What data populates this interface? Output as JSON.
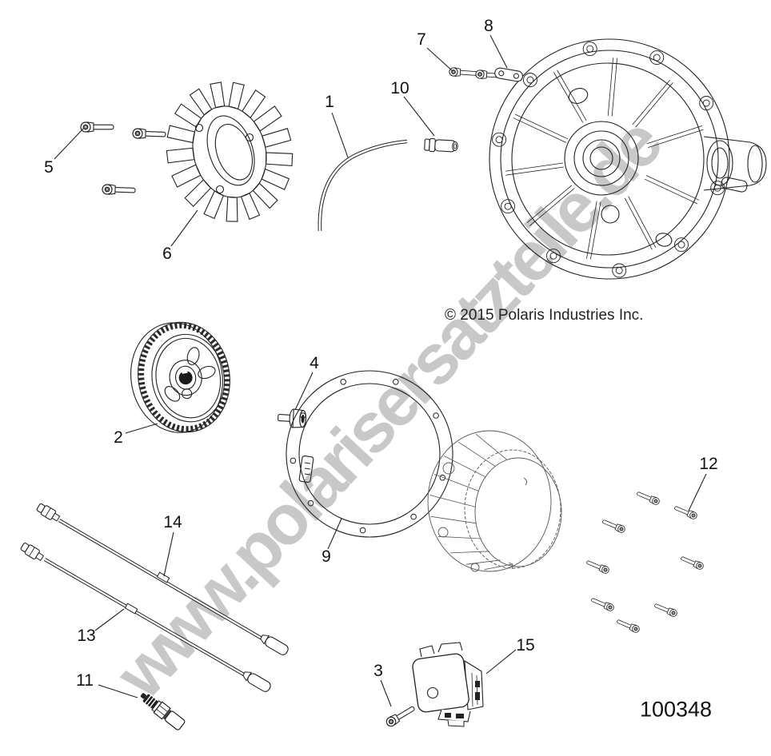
{
  "watermark": {
    "text": "www.polarisersatzteile.de",
    "color": "#c8c8c8"
  },
  "copyright": "© 2015 Polaris Industries Inc.",
  "part_number": "100348",
  "colors": {
    "line": "#222222",
    "sketch_line": "#555555",
    "background": "#ffffff",
    "label": "#111111"
  },
  "callouts": {
    "c1": "1",
    "c2": "2",
    "c3": "3",
    "c4": "4",
    "c5": "5",
    "c6": "6",
    "c7": "7",
    "c8": "8",
    "c9": "9",
    "c10": "10",
    "c11": "11",
    "c12": "12",
    "c13": "13",
    "c14": "14",
    "c15": "15"
  }
}
